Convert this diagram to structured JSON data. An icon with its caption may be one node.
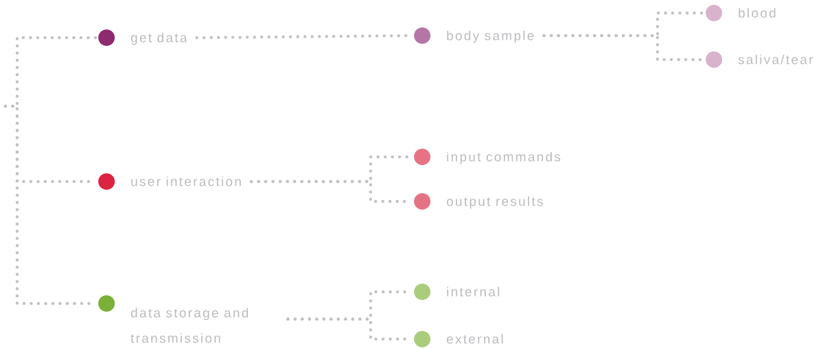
{
  "diagram": {
    "nodes": [
      {
        "text": [
          "get data"
        ]
      },
      {
        "text": [
          "body sample"
        ]
      },
      {
        "text": [
          "blood"
        ]
      },
      {
        "text": [
          "saliva/tear"
        ]
      },
      {
        "text": [
          "user interaction"
        ]
      },
      {
        "text": [
          "input commands"
        ]
      },
      {
        "text": [
          "output results"
        ]
      },
      {
        "text": [
          "data storage and transmission"
        ]
      },
      {
        "text": [
          "internal"
        ]
      },
      {
        "text": [
          "external"
        ]
      }
    ],
    "edges": [
      {
        "from": null,
        "to": 0,
        "arrow": "none"
      },
      {
        "from": null,
        "to": 4,
        "arrow": "none"
      },
      {
        "from": null,
        "to": 7,
        "arrow": "none"
      },
      {
        "from": 0,
        "to": 1,
        "arrow": "none"
      },
      {
        "from": 1,
        "to": 2,
        "arrow": "none"
      },
      {
        "from": 1,
        "to": 3,
        "arrow": "none"
      },
      {
        "from": 4,
        "to": 5,
        "arrow": "none"
      },
      {
        "from": 4,
        "to": 6,
        "arrow": "none"
      },
      {
        "from": 7,
        "to": 8,
        "arrow": "none"
      },
      {
        "from": 7,
        "to": 9,
        "arrow": "none"
      }
    ]
  }
}
